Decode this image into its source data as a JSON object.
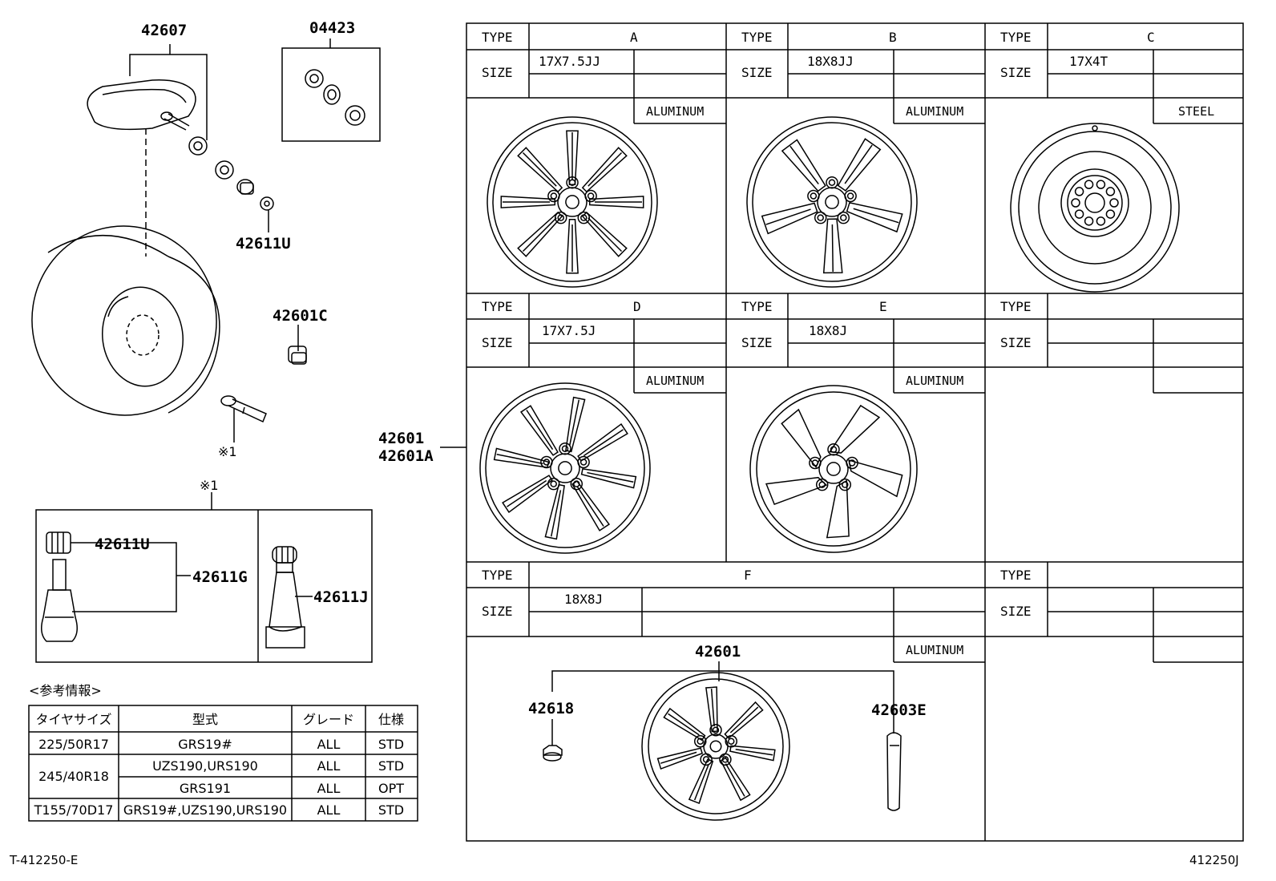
{
  "parts": {
    "sensor": "42607",
    "sensor_kit": "04423",
    "cap_top": "42611U",
    "nut": "42601C",
    "valve_note": "※1",
    "detail_note": "※1",
    "cap_detail": "42611U",
    "valve_assy": "42611G",
    "valve_alt": "42611J",
    "wheel_main": "42601",
    "wheel_main_alt": "42601A",
    "wheel_f": "42601",
    "weight": "42618",
    "ornament": "42603E"
  },
  "wheels": {
    "type_label": "TYPE",
    "size_label": "SIZE",
    "A": {
      "type": "A",
      "size": "17X7.5JJ",
      "material": "ALUMINUM"
    },
    "B": {
      "type": "B",
      "size": "18X8JJ",
      "material": "ALUMINUM"
    },
    "C": {
      "type": "C",
      "size": "17X4T",
      "material": "STEEL"
    },
    "D": {
      "type": "D",
      "size": "17X7.5J",
      "material": "ALUMINUM"
    },
    "E": {
      "type": "E",
      "size": "18X8J",
      "material": "ALUMINUM"
    },
    "F": {
      "type": "F",
      "size": "18X8J",
      "material": "ALUMINUM"
    }
  },
  "reference": {
    "title": "<参考情報>",
    "headers": [
      "タイヤサイズ",
      "型式",
      "グレード",
      "仕様"
    ],
    "rows": [
      {
        "tire": "225/50R17",
        "model": "GRS19#",
        "grade": "ALL",
        "spec": "STD"
      },
      {
        "tire": "245/40R18",
        "model": "UZS190,URS190",
        "grade": "ALL",
        "spec": "STD"
      },
      {
        "tire": "",
        "model": "GRS191",
        "grade": "ALL",
        "spec": "OPT"
      },
      {
        "tire": "T155/70D17",
        "model": "GRS19#,UZS190,URS190",
        "grade": "ALL",
        "spec": "STD"
      }
    ]
  },
  "footer": {
    "left": "T-412250-E",
    "right": "412250J"
  }
}
